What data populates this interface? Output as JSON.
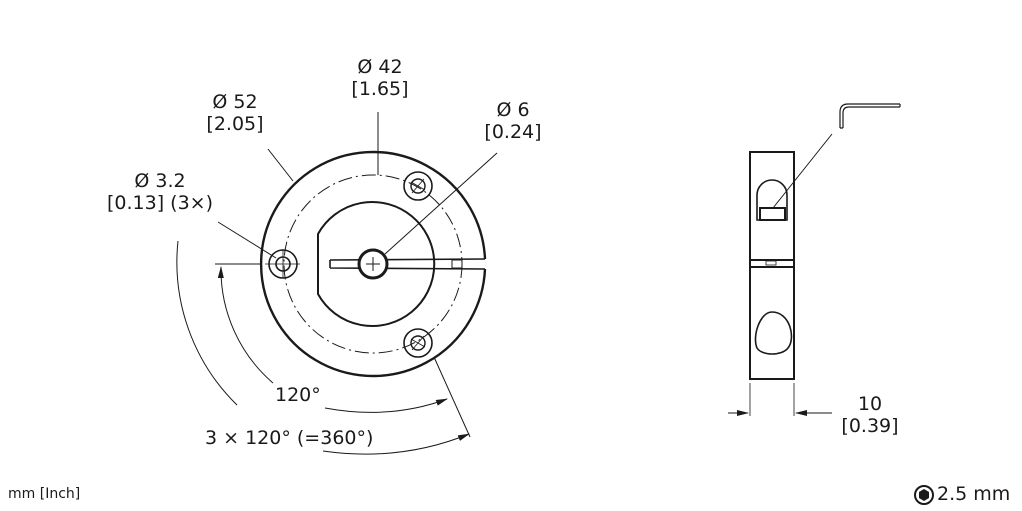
{
  "front_view": {
    "dims": {
      "outer_diameter": {
        "mm": "Ø 52",
        "inch": "[2.05]"
      },
      "bolt_circle": {
        "mm": "Ø 42",
        "inch": "[1.65]"
      },
      "bore": {
        "mm": "Ø 6",
        "inch": "[0.24]"
      },
      "mount_hole": {
        "mm": "Ø 3.2",
        "inch": "[0.13] (3×)"
      }
    },
    "angles": {
      "spacing": "120°",
      "total": "3 × 120° (=360°)"
    }
  },
  "side_view": {
    "width": {
      "mm": "10",
      "inch": "[0.39]"
    },
    "tool": "hex-key"
  },
  "footer": {
    "units": "mm [Inch]",
    "hex_key_size": "2.5 mm",
    "hex_icon": "hex-socket-icon"
  },
  "colors": {
    "line": "#1a1a1a",
    "background": "#ffffff"
  }
}
